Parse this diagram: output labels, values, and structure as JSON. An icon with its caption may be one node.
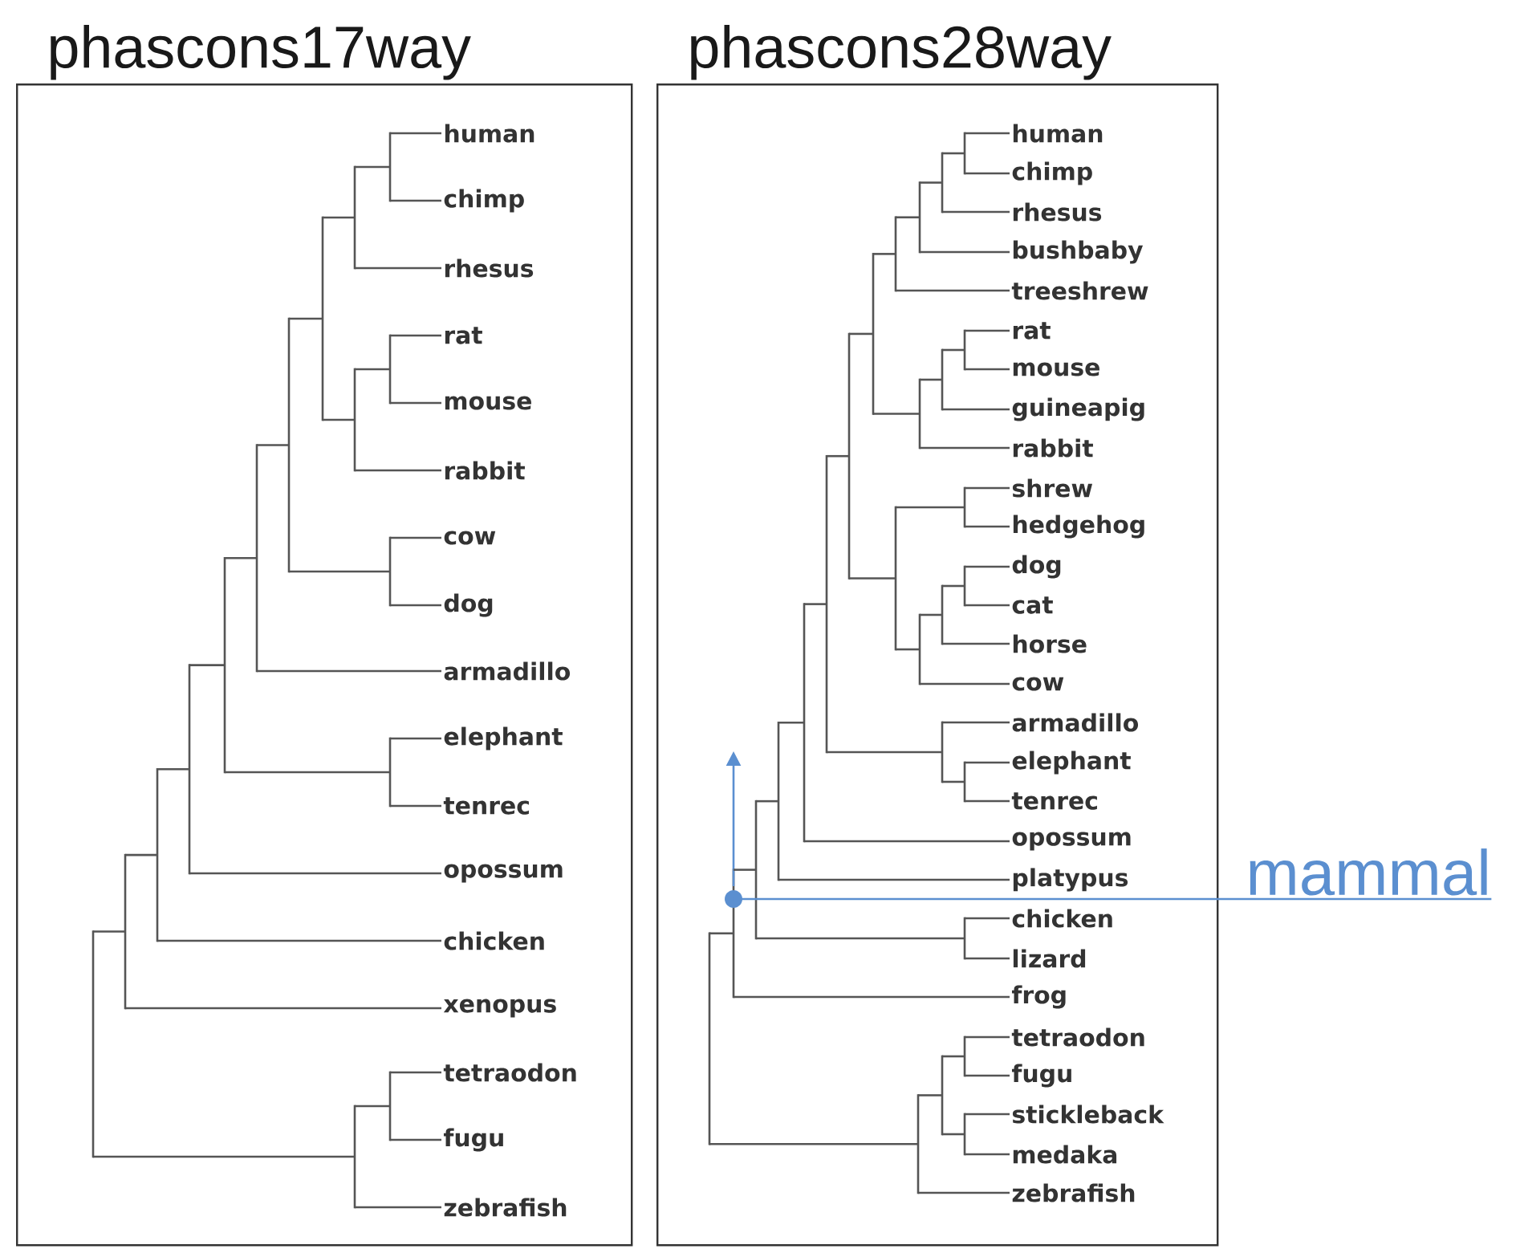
{
  "diagram": {
    "nodes": [
      {
        "text": [
          "phascons17way"
        ]
      },
      {
        "text": [
          "human"
        ],
        "in": 0
      },
      {
        "text": [
          "chimp"
        ],
        "in": 0
      },
      {
        "text": [
          "rhesus"
        ],
        "in": 0
      },
      {
        "text": [
          "rat"
        ],
        "in": 0
      },
      {
        "text": [
          "mouse"
        ],
        "in": 0
      },
      {
        "text": [
          "rabbit"
        ],
        "in": 0
      },
      {
        "text": [
          "cow"
        ],
        "in": 0
      },
      {
        "text": [
          "dog"
        ],
        "in": 0
      },
      {
        "text": [
          "armadillo"
        ],
        "in": 0
      },
      {
        "text": [
          "elephant"
        ],
        "in": 0
      },
      {
        "text": [
          "tenrec"
        ],
        "in": 0
      },
      {
        "text": [
          "opossum"
        ],
        "in": 0
      },
      {
        "text": [
          "chicken"
        ],
        "in": 0
      },
      {
        "text": [
          "xenopus"
        ],
        "in": 0
      },
      {
        "text": [
          "tetraodon"
        ],
        "in": 0
      },
      {
        "text": [
          "fugu"
        ],
        "in": 0
      },
      {
        "text": [
          "zebrafish"
        ],
        "in": 0
      },
      {
        "text": [],
        "shape": "bar",
        "in": 0
      },
      {
        "text": [],
        "shape": "bar",
        "in": 0
      },
      {
        "text": [],
        "shape": "bar",
        "in": 0
      },
      {
        "text": [],
        "shape": "bar",
        "in": 0
      },
      {
        "text": [],
        "shape": "bar",
        "in": 0
      },
      {
        "text": [],
        "shape": "bar",
        "in": 0
      },
      {
        "text": [],
        "shape": "bar",
        "in": 0
      },
      {
        "text": [],
        "shape": "bar",
        "in": 0
      },
      {
        "text": [],
        "shape": "bar",
        "in": 0
      },
      {
        "text": [],
        "shape": "bar",
        "in": 0
      },
      {
        "text": [],
        "shape": "bar",
        "in": 0
      },
      {
        "text": [],
        "shape": "bar",
        "in": 0
      },
      {
        "text": [],
        "shape": "bar",
        "in": 0
      },
      {
        "text": [],
        "shape": "bar",
        "in": 0
      },
      {
        "text": [],
        "shape": "bar",
        "in": 0
      },
      {
        "text": [],
        "shape": "bar",
        "in": 0
      },
      {
        "text": [
          "phascons28way"
        ]
      },
      {
        "text": [
          "human"
        ],
        "in": 34
      },
      {
        "text": [
          "chimp"
        ],
        "in": 34
      },
      {
        "text": [
          "rhesus"
        ],
        "in": 34
      },
      {
        "text": [
          "bushbaby"
        ],
        "in": 34
      },
      {
        "text": [
          "treeshrew"
        ],
        "in": 34
      },
      {
        "text": [
          "rat"
        ],
        "in": 34
      },
      {
        "text": [
          "mouse"
        ],
        "in": 34
      },
      {
        "text": [
          "guineapig"
        ],
        "in": 34
      },
      {
        "text": [
          "rabbit"
        ],
        "in": 34
      },
      {
        "text": [
          "shrew"
        ],
        "in": 34
      },
      {
        "text": [
          "hedgehog"
        ],
        "in": 34
      },
      {
        "text": [
          "dog"
        ],
        "in": 34
      },
      {
        "text": [
          "cat"
        ],
        "in": 34
      },
      {
        "text": [
          "horse"
        ],
        "in": 34
      },
      {
        "text": [
          "cow"
        ],
        "in": 34
      },
      {
        "text": [
          "armadillo"
        ],
        "in": 34
      },
      {
        "text": [
          "elephant"
        ],
        "in": 34
      },
      {
        "text": [
          "tenrec"
        ],
        "in": 34
      },
      {
        "text": [
          "opossum"
        ],
        "in": 34
      },
      {
        "text": [
          "platypus"
        ],
        "in": 34
      },
      {
        "text": [
          "chicken"
        ],
        "in": 34
      },
      {
        "text": [
          "lizard"
        ],
        "in": 34
      },
      {
        "text": [
          "frog"
        ],
        "in": 34
      },
      {
        "text": [
          "tetraodon"
        ],
        "in": 34
      },
      {
        "text": [
          "fugu"
        ],
        "in": 34
      },
      {
        "text": [
          "stickleback"
        ],
        "in": 34
      },
      {
        "text": [
          "medaka"
        ],
        "in": 34
      },
      {
        "text": [
          "zebrafish"
        ],
        "in": 34
      },
      {
        "text": [],
        "shape": "bar",
        "in": 34
      },
      {
        "text": [],
        "shape": "bar",
        "in": 34
      },
      {
        "text": [],
        "shape": "bar",
        "in": 34
      },
      {
        "text": [],
        "shape": "bar",
        "in": 34
      },
      {
        "text": [],
        "shape": "bar",
        "in": 34
      },
      {
        "text": [],
        "shape": "bar",
        "in": 34
      },
      {
        "text": [],
        "shape": "bar",
        "in": 34
      },
      {
        "text": [],
        "shape": "bar",
        "in": 34
      },
      {
        "text": [],
        "shape": "bar",
        "in": 34
      },
      {
        "text": [],
        "shape": "bar",
        "in": 34
      },
      {
        "text": [],
        "shape": "bar",
        "in": 34
      },
      {
        "text": [],
        "shape": "bar",
        "in": 34
      },
      {
        "text": [],
        "shape": "bar",
        "in": 34
      },
      {
        "text": [],
        "shape": "bar",
        "in": 34
      },
      {
        "text": [],
        "shape": "bar",
        "in": 34
      },
      {
        "text": [],
        "shape": "bar",
        "in": 34
      },
      {
        "text": [],
        "shape": "bar",
        "in": 34
      },
      {
        "text": [],
        "shape": "bar",
        "in": 34
      },
      {
        "text": [],
        "shape": "bar",
        "in": 34
      },
      {
        "text": [],
        "shape": "bar",
        "in": 34
      },
      {
        "text": [],
        "shape": "bar",
        "in": 34
      },
      {
        "text": [],
        "shape": "bar",
        "in": 34
      },
      {
        "text": [],
        "shape": "bar",
        "in": 34
      },
      {
        "text": [],
        "shape": "bar",
        "in": 34
      },
      {
        "text": [],
        "shape": "bar",
        "in": 34
      },
      {
        "text": [],
        "shape": "bar",
        "in": 34
      },
      {
        "text": [],
        "shape": "bar",
        "in": 34
      },
      {
        "text": [],
        "shape": "circle",
        "in": 34
      },
      {
        "text": [
          "mammal"
        ]
      }
    ],
    "edges": [
      {
        "from": 18,
        "to": 1,
        "arrow": "none"
      },
      {
        "from": 18,
        "to": 2,
        "arrow": "none"
      },
      {
        "from": 19,
        "to": 18,
        "arrow": "none"
      },
      {
        "from": 19,
        "to": 3,
        "arrow": "none"
      },
      {
        "from": 20,
        "to": 4,
        "arrow": "none"
      },
      {
        "from": 20,
        "to": 5,
        "arrow": "none"
      },
      {
        "from": 21,
        "to": 20,
        "arrow": "none"
      },
      {
        "from": 21,
        "to": 6,
        "arrow": "none"
      },
      {
        "from": 22,
        "to": 19,
        "arrow": "none"
      },
      {
        "from": 22,
        "to": 21,
        "arrow": "none"
      },
      {
        "from": 23,
        "to": 7,
        "arrow": "none"
      },
      {
        "from": 23,
        "to": 8,
        "arrow": "none"
      },
      {
        "from": 24,
        "to": 22,
        "arrow": "none"
      },
      {
        "from": 24,
        "to": 23,
        "arrow": "none"
      },
      {
        "from": 25,
        "to": 24,
        "arrow": "none"
      },
      {
        "from": 25,
        "to": 9,
        "arrow": "none"
      },
      {
        "from": 26,
        "to": 10,
        "arrow": "none"
      },
      {
        "from": 26,
        "to": 11,
        "arrow": "none"
      },
      {
        "from": 27,
        "to": 25,
        "arrow": "none"
      },
      {
        "from": 27,
        "to": 26,
        "arrow": "none"
      },
      {
        "from": 28,
        "to": 27,
        "arrow": "none"
      },
      {
        "from": 28,
        "to": 12,
        "arrow": "none"
      },
      {
        "from": 29,
        "to": 28,
        "arrow": "none"
      },
      {
        "from": 29,
        "to": 13,
        "arrow": "none"
      },
      {
        "from": 30,
        "to": 29,
        "arrow": "none"
      },
      {
        "from": 30,
        "to": 14,
        "arrow": "none"
      },
      {
        "from": 31,
        "to": 15,
        "arrow": "none"
      },
      {
        "from": 31,
        "to": 16,
        "arrow": "none"
      },
      {
        "from": 32,
        "to": 31,
        "arrow": "none"
      },
      {
        "from": 32,
        "to": 17,
        "arrow": "none"
      },
      {
        "from": 33,
        "to": 30,
        "arrow": "none"
      },
      {
        "from": 33,
        "to": 32,
        "arrow": "none"
      },
      {
        "from": 63,
        "to": 35,
        "arrow": "none"
      },
      {
        "from": 63,
        "to": 36,
        "arrow": "none"
      },
      {
        "from": 64,
        "to": 63,
        "arrow": "none"
      },
      {
        "from": 64,
        "to": 37,
        "arrow": "none"
      },
      {
        "from": 65,
        "to": 64,
        "arrow": "none"
      },
      {
        "from": 65,
        "to": 38,
        "arrow": "none"
      },
      {
        "from": 66,
        "to": 65,
        "arrow": "none"
      },
      {
        "from": 66,
        "to": 39,
        "arrow": "none"
      },
      {
        "from": 67,
        "to": 40,
        "arrow": "none"
      },
      {
        "from": 67,
        "to": 41,
        "arrow": "none"
      },
      {
        "from": 68,
        "to": 67,
        "arrow": "none"
      },
      {
        "from": 68,
        "to": 42,
        "arrow": "none"
      },
      {
        "from": 69,
        "to": 68,
        "arrow": "none"
      },
      {
        "from": 69,
        "to": 43,
        "arrow": "none"
      },
      {
        "from": 70,
        "to": 66,
        "arrow": "none"
      },
      {
        "from": 70,
        "to": 69,
        "arrow": "none"
      },
      {
        "from": 71,
        "to": 44,
        "arrow": "none"
      },
      {
        "from": 71,
        "to": 45,
        "arrow": "none"
      },
      {
        "from": 72,
        "to": 46,
        "arrow": "none"
      },
      {
        "from": 72,
        "to": 47,
        "arrow": "none"
      },
      {
        "from": 73,
        "to": 72,
        "arrow": "none"
      },
      {
        "from": 73,
        "to": 48,
        "arrow": "none"
      },
      {
        "from": 74,
        "to": 73,
        "arrow": "none"
      },
      {
        "from": 74,
        "to": 49,
        "arrow": "none"
      },
      {
        "from": 75,
        "to": 71,
        "arrow": "none"
      },
      {
        "from": 75,
        "to": 74,
        "arrow": "none"
      },
      {
        "from": 76,
        "to": 70,
        "arrow": "none"
      },
      {
        "from": 76,
        "to": 75,
        "arrow": "none"
      },
      {
        "from": 77,
        "to": 51,
        "arrow": "none"
      },
      {
        "from": 77,
        "to": 52,
        "arrow": "none"
      },
      {
        "from": 78,
        "to": 50,
        "arrow": "none"
      },
      {
        "from": 78,
        "to": 77,
        "arrow": "none"
      },
      {
        "from": 79,
        "to": 76,
        "arrow": "none"
      },
      {
        "from": 79,
        "to": 78,
        "arrow": "none"
      },
      {
        "from": 80,
        "to": 79,
        "arrow": "none"
      },
      {
        "from": 80,
        "to": 53,
        "arrow": "none"
      },
      {
        "from": 81,
        "to": 80,
        "arrow": "none"
      },
      {
        "from": 81,
        "to": 54,
        "arrow": "none"
      },
      {
        "from": 82,
        "to": 55,
        "arrow": "none"
      },
      {
        "from": 82,
        "to": 56,
        "arrow": "none"
      },
      {
        "from": 83,
        "to": 81,
        "arrow": "none"
      },
      {
        "from": 83,
        "to": 82,
        "arrow": "none"
      },
      {
        "from": 84,
        "to": 83,
        "arrow": "none"
      },
      {
        "from": 84,
        "to": 57,
        "arrow": "none"
      },
      {
        "from": 85,
        "to": 58,
        "arrow": "none"
      },
      {
        "from": 85,
        "to": 59,
        "arrow": "none"
      },
      {
        "from": 86,
        "to": 60,
        "arrow": "none"
      },
      {
        "from": 86,
        "to": 61,
        "arrow": "none"
      },
      {
        "from": 87,
        "to": 85,
        "arrow": "none"
      },
      {
        "from": 87,
        "to": 86,
        "arrow": "none"
      },
      {
        "from": 88,
        "to": 87,
        "arrow": "none"
      },
      {
        "from": 88,
        "to": 62,
        "arrow": "none"
      },
      {
        "from": 89,
        "to": 84,
        "arrow": "none"
      },
      {
        "from": 89,
        "to": 88,
        "arrow": "none"
      },
      {
        "from": 91,
        "to": 90,
        "arrow": "none",
        "color": "#5b8fd0"
      }
    ]
  }
}
